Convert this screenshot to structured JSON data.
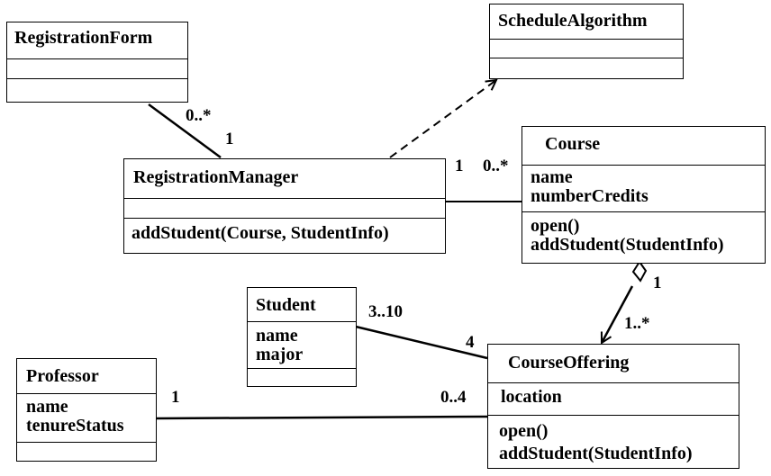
{
  "classes": {
    "registration_form": {
      "name": "RegistrationForm"
    },
    "schedule_algorithm": {
      "name": "ScheduleAlgorithm"
    },
    "registration_manager": {
      "name": "RegistrationManager",
      "operations": [
        "addStudent(Course, StudentInfo)"
      ]
    },
    "course": {
      "name": "Course",
      "attributes": [
        "name",
        "numberCredits"
      ],
      "operations": [
        "open()",
        "addStudent(StudentInfo)"
      ]
    },
    "student": {
      "name": "Student",
      "attributes": [
        "name",
        "major"
      ]
    },
    "professor": {
      "name": "Professor",
      "attributes": [
        "name",
        "tenureStatus"
      ]
    },
    "course_offering": {
      "name": "CourseOffering",
      "attributes": [
        "location"
      ],
      "operations": [
        "open()",
        "addStudent(StudentInfo)"
      ]
    }
  },
  "multiplicities": {
    "form_side": "0..*",
    "manager_form_side": "1",
    "manager_course_side": "1",
    "course_manager_side": "0..*",
    "course_offering_course_side": "1",
    "offering_course_side": "1..*",
    "student_side": "3..10",
    "offering_student_side": "4",
    "professor_side": "1",
    "offering_professor_side": "0..4"
  }
}
